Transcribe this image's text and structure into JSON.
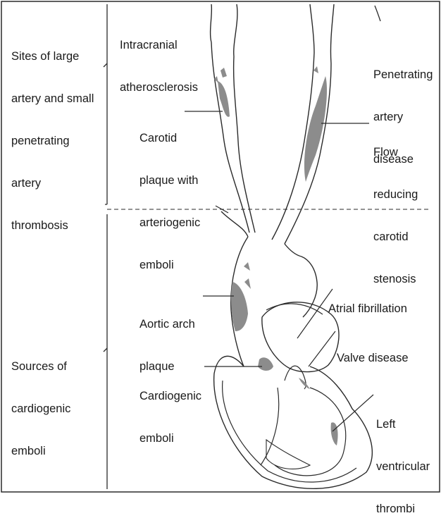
{
  "colors": {
    "line": "#2a2a2a",
    "plaque": "#8c8c8c",
    "text": "#1a1a1a",
    "background": "#ffffff"
  },
  "labels": {
    "sites_thrombosis": [
      "Sites of large",
      "artery and small",
      "penetrating",
      "artery",
      "thrombosis"
    ],
    "intracranial": [
      "Intracranial",
      "atherosclerosis"
    ],
    "penetrating_disease": [
      "Penetrating",
      "artery",
      "disease"
    ],
    "carotid_plaque": [
      "Carotid",
      "plaque with",
      "arteriogenic",
      "emboli"
    ],
    "flow_reducing": [
      "Flow",
      "reducing",
      "carotid",
      "stenosis"
    ],
    "cardiogenic_sources": [
      "Sources of",
      "cardiogenic",
      "emboli"
    ],
    "aortic_arch": [
      "Aortic arch",
      "plaque"
    ],
    "atrial_fibrillation": [
      "Atrial fibrillation"
    ],
    "valve_disease": [
      "Valve disease"
    ],
    "cardiogenic_emboli": [
      "Cardiogenic",
      "emboli"
    ],
    "left_ventricular": [
      "Left",
      "ventricular",
      "thrombi"
    ]
  }
}
